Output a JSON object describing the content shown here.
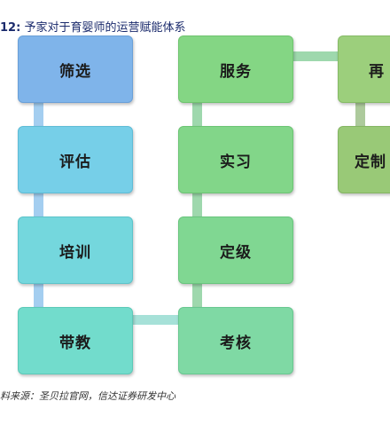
{
  "title": {
    "number": "12:",
    "text": "予家对于育婴师的运营赋能体系"
  },
  "boxes": {
    "screen": "筛选",
    "evaluate": "评估",
    "train": "培训",
    "mentor": "带教",
    "service": "服务",
    "internship": "实习",
    "grading": "定级",
    "assessment": "考核",
    "re_partial": "再",
    "custom_partial": "定制"
  },
  "source": "料来源：圣贝拉官网，信达证券研发中心",
  "colors": {
    "title": "#1a2a6c",
    "blue_column": "#7fb4ea",
    "green_column": "#84d684",
    "olive_column": "#9ccf7c"
  }
}
